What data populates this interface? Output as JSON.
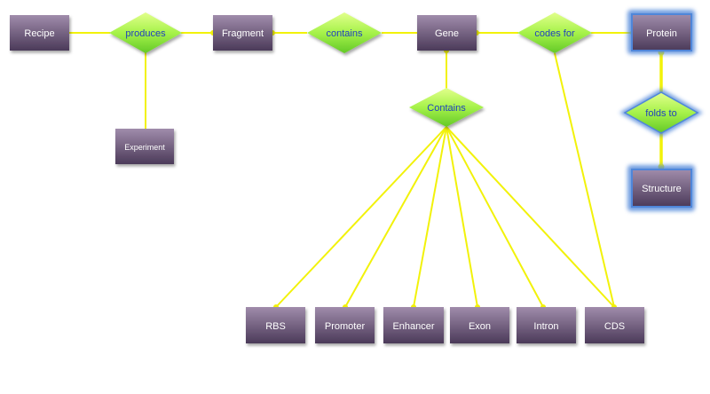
{
  "entities": {
    "recipe": "Recipe",
    "fragment": "Fragment",
    "gene": "Gene",
    "protein": "Protein",
    "experiment": "Experiment",
    "structure": "Structure",
    "rbs": "RBS",
    "promoter": "Promoter",
    "enhancer": "Enhancer",
    "exon": "Exon",
    "intron": "Intron",
    "cds": "CDS"
  },
  "relationships": {
    "produces": "produces",
    "contains": "contains",
    "codes_for": "codes for",
    "gene_contains": "Contains",
    "folds_to": "folds to"
  },
  "colors": {
    "entity_fill_top": "#9a86a4",
    "entity_fill_bottom": "#4e3d5c",
    "relationship_fill_top": "#d9ff7a",
    "relationship_fill_bottom": "#6fd62a",
    "relationship_text": "#1f3fbf",
    "edge": "#f2f20a",
    "highlight": "#4f86d9"
  }
}
